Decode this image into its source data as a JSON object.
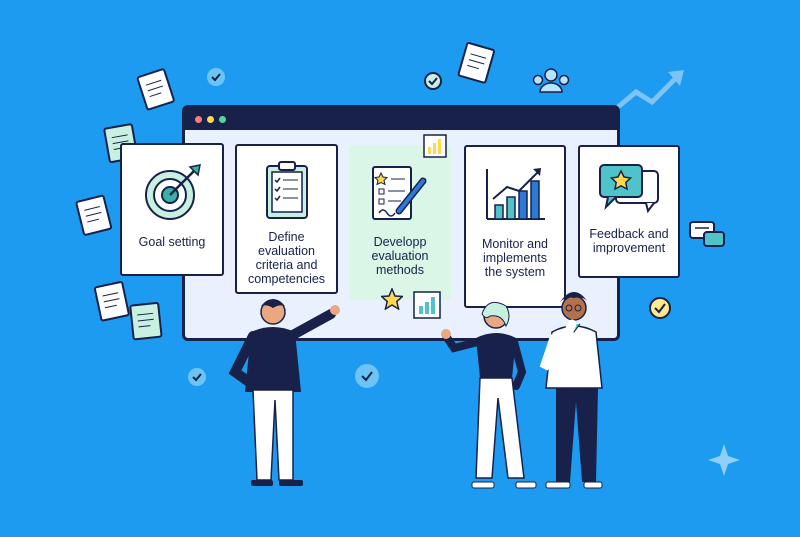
{
  "steps": [
    {
      "label": "Goal setting",
      "icon": "target-icon"
    },
    {
      "label": "Define\nevaluation\ncriteria and\ncompetencies",
      "icon": "clipboard-checklist-icon"
    },
    {
      "label": "Developp\nevaluation\nmethods",
      "icon": "document-edit-icon"
    },
    {
      "label": "Monitor and\nimplements\nthe system",
      "icon": "bar-chart-growth-icon"
    },
    {
      "label": "Feedback and\nimprovement",
      "icon": "feedback-star-icon"
    }
  ],
  "colors": {
    "background": "#1d9bf0",
    "navy": "#17214a",
    "window": "#e8f1fd",
    "active_card": "#d9f6e6",
    "teal": "#38b2a6",
    "yellow": "#ffd84d"
  }
}
